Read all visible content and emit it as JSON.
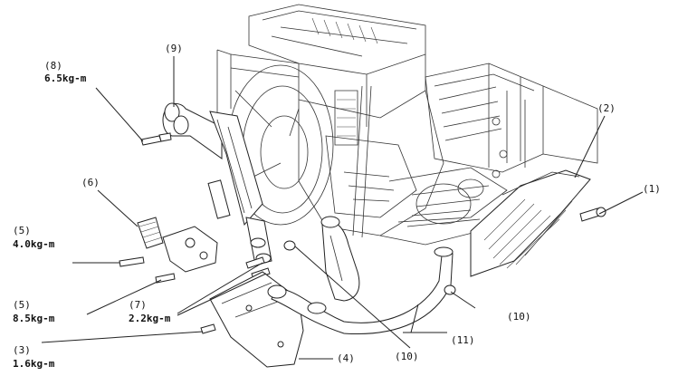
{
  "callouts": {
    "c1": {
      "num": "(1)"
    },
    "c2": {
      "num": "(2)"
    },
    "c3": {
      "num": "(3)",
      "torque": "1.6kg-m"
    },
    "c4": {
      "num": "(4)"
    },
    "c5a": {
      "num": "(5)",
      "torque": "4.0kg-m"
    },
    "c5b": {
      "num": "(5)",
      "torque": "8.5kg-m"
    },
    "c6": {
      "num": "(6)"
    },
    "c7": {
      "num": "(7)",
      "torque": "2.2kg-m"
    },
    "c8": {
      "num": "(8)",
      "torque": "6.5kg-m"
    },
    "c9": {
      "num": "(9)"
    },
    "c10a": {
      "num": "(10)"
    },
    "c10b": {
      "num": "(10)"
    },
    "c11": {
      "num": "(11)"
    }
  }
}
